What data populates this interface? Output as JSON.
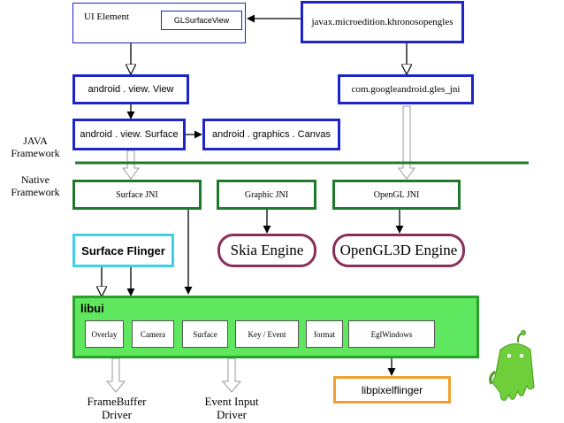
{
  "labels": {
    "ui_element": "UI Element",
    "gl_surface_view": "GLSurfaceView",
    "javax_gles": "javax.microedition.khronosopengles",
    "android_view": "android . view. View",
    "gles_jni": "com.googleandroid.gles_jni",
    "android_surface": "android . view. Surface",
    "android_canvas": "android . graphics . Canvas",
    "java_framework": "JAVA Framework",
    "native_framework": "Native Framework",
    "surface_jni": "Surface JNI",
    "graphic_jni": "Graphic JNI",
    "opengl_jni": "OpenGL JNI",
    "skia_engine": "Skia Engine",
    "opengl3d_engine": "OpenGL3D Engine",
    "surface_flinger": "Surface Flinger",
    "libui": "libui",
    "libpixelflinger": "libpixelflinger",
    "framebuffer_driver": "FrameBuffer Driver",
    "event_input_driver": "Event Input Driver"
  },
  "libui_modules": [
    "Overlay",
    "Camera",
    "Surface",
    "Key / Event",
    "format",
    "EglWindows"
  ],
  "colors": {
    "blue": "#1d24c8",
    "green_border": "#1e7a2a",
    "libui_fill": "#5fe85f",
    "engine_border": "#8b2f5a",
    "flinger_border": "#3fd0e8",
    "pixelflinger_border": "#f0a030",
    "mascot": "#6fcf3a"
  },
  "icons": [
    "android-mascot-icon"
  ]
}
